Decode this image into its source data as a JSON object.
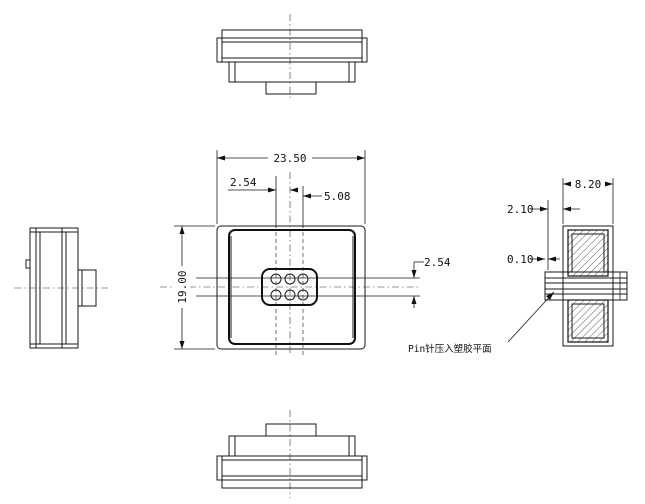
{
  "dimensions": {
    "overall_width": "23.50",
    "pin_pitch": "2.54",
    "pin_span": "5.08",
    "overall_height": "19.00",
    "row_pitch": "2.54",
    "side_width": "8.20",
    "side_offset": "2.10",
    "pin_gap": "0.10"
  },
  "notes": {
    "pin_note": "Pin针压入塑胶平面"
  }
}
